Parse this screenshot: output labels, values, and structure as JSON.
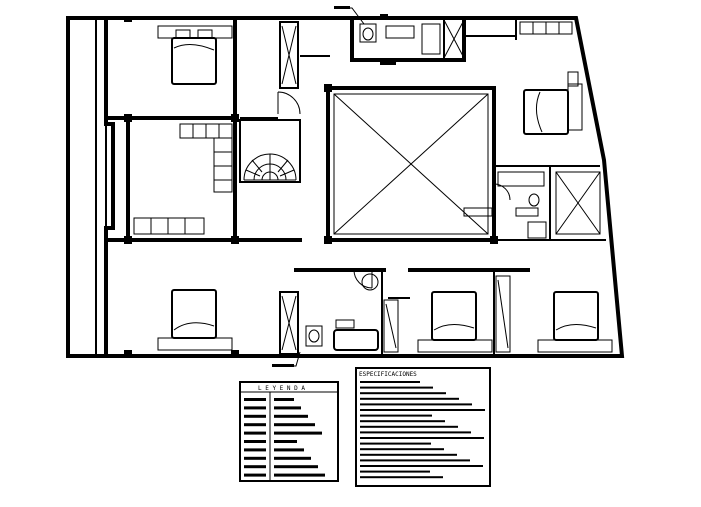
{
  "legend": {
    "title": "L E Y E N D A",
    "rows": 10
  },
  "specifications": {
    "title": "ESPECIFICACIONES",
    "lines": 18
  },
  "colors": {
    "line": "#000000",
    "background": "#ffffff"
  },
  "icons": {
    "bed": "bed-icon",
    "stair": "spiral-stair-icon",
    "shaft": "open-shaft-icon",
    "toilet": "toilet-icon",
    "closet": "wardrobe-icon"
  }
}
